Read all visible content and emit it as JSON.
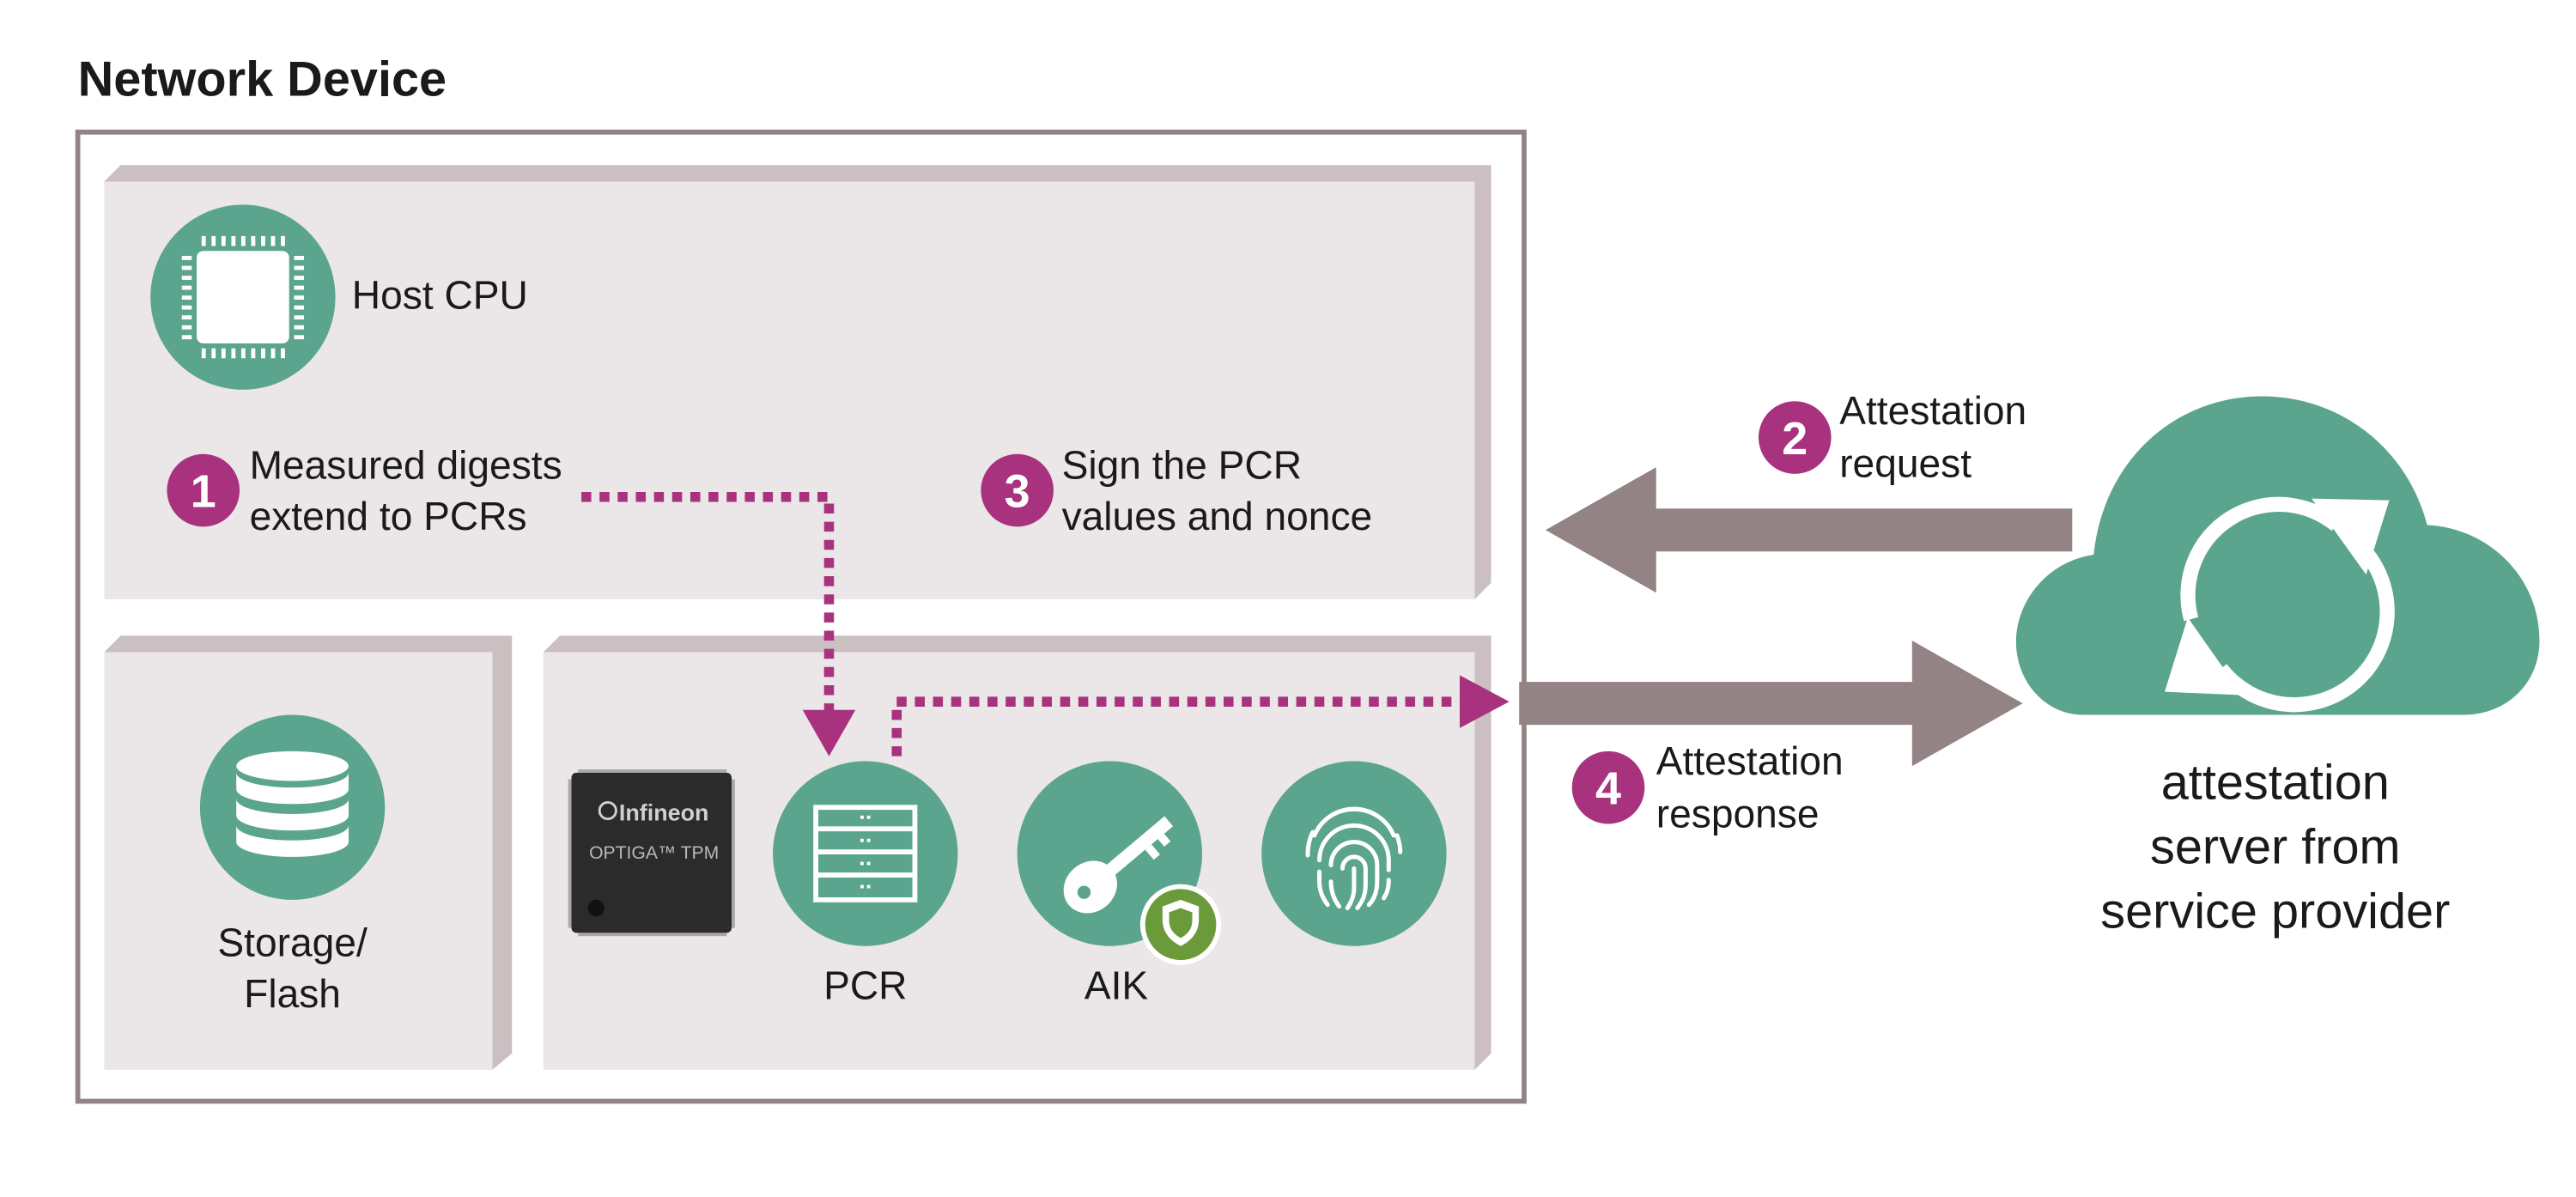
{
  "title": "Network Device",
  "host_cpu": {
    "label": "Host CPU"
  },
  "steps": [
    {
      "number": "1",
      "line1": "Measured digests",
      "line2": "extend to PCRs"
    },
    {
      "number": "2",
      "line1": "Attestation",
      "line2": "request"
    },
    {
      "number": "3",
      "line1": "Sign the PCR",
      "line2": "values and nonce"
    },
    {
      "number": "4",
      "line1": "Attestation",
      "line2": "response"
    }
  ],
  "storage": {
    "line1": "Storage/",
    "line2": "Flash"
  },
  "tpm": {
    "brand": "Infineon",
    "product": "OPTIGA™ TPM",
    "pcr_label": "PCR",
    "aik_label": "AIK"
  },
  "server": {
    "line1": "attestation",
    "line2": "server from",
    "line3": "service provider"
  },
  "colors": {
    "teal": "#5ba58f",
    "magenta": "#a8327e",
    "panel": "#ebe6e7",
    "panel_shadow": "#cbbfc2",
    "arrow": "#948385",
    "frame": "#948385",
    "shield_green": "#6b9a3a"
  },
  "icons": [
    "cpu-chip-icon",
    "database-icon",
    "server-rack-icon",
    "key-icon",
    "shield-icon",
    "fingerprint-icon",
    "cloud-sync-icon"
  ]
}
